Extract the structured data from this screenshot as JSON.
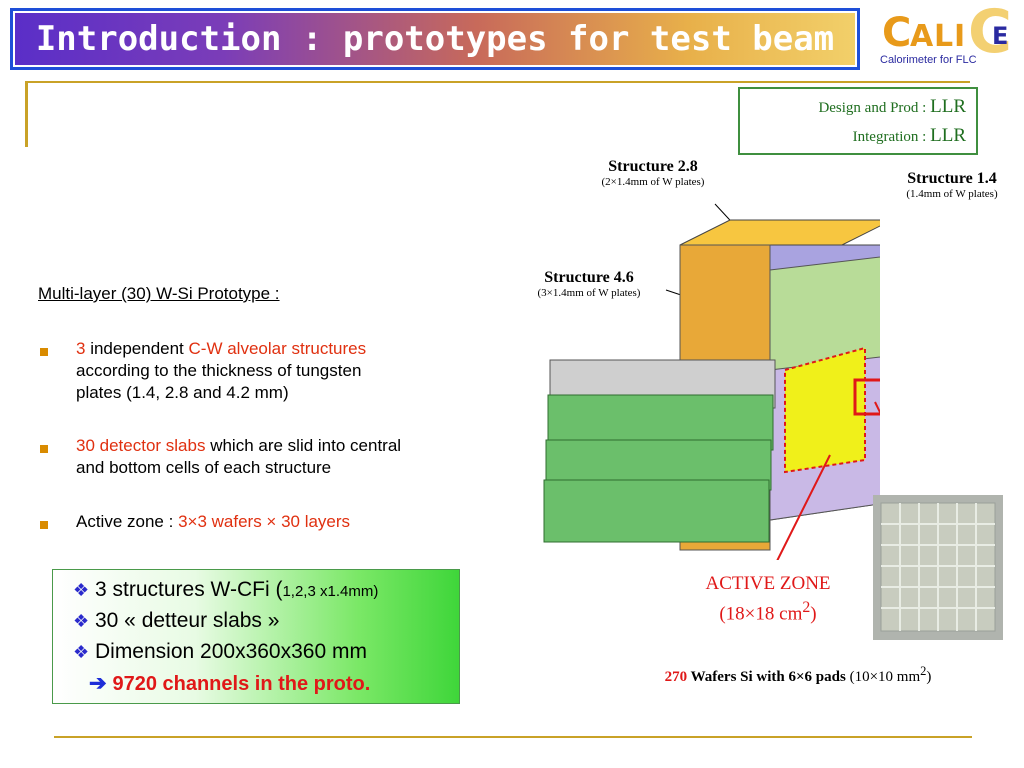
{
  "title": "Introduction : prototypes for test beam",
  "logo": {
    "letters": [
      "C",
      "A",
      "L",
      "I",
      "C",
      "E"
    ],
    "subtitle": "Calorimeter for FLC"
  },
  "credits": {
    "design_label": "Design and Prod : ",
    "design_value": "LLR",
    "integration_label": "Integration : ",
    "integration_value": "LLR"
  },
  "prototype_heading": "Multi-layer (30) W-Si Prototype :",
  "bullets": [
    {
      "red1": "3",
      "black1": " independent ",
      "red2": "C-W alveolar structures",
      "black2": "according to the thickness of tungsten",
      "black3": "plates (1.4, 2.8 and 4.2 mm)"
    },
    {
      "red1": "30 detector slabs",
      "black1": " which are slid into central",
      "black2": "and bottom cells of each structure"
    },
    {
      "black1": "Active zone : ",
      "red1": "3×3 wafers × 30 layers"
    }
  ],
  "summary": {
    "line1_main": "3 structures W-CFi (",
    "line1_small": "1,2,3 x1.4mm)",
    "line2": "30 « detteur slabs »",
    "line3": "Dimension 200x360x360 mm",
    "arrow": "➔",
    "line4": "9720 channels in the proto."
  },
  "structures": [
    {
      "name": "Structure 2.8",
      "desc": "(2×1.4mm of W plates)"
    },
    {
      "name": "Structure 1.4",
      "desc": "(1.4mm of W plates)"
    },
    {
      "name": "Structure 4.6",
      "desc": "(3×1.4mm of W plates)"
    }
  ],
  "active_zone": {
    "line1": "ACTIVE ZONE",
    "line2": "(18×18 cm",
    "sup": "2",
    "line2_end": ")"
  },
  "wafers_note": {
    "count": "270",
    "text": " Wafers Si with 6×6 pads ",
    "pads": "(10×10 mm",
    "sup": "2",
    "end": ")"
  },
  "colors": {
    "title_border": "#1e4fd8",
    "gold_rule": "#c9a227",
    "credits_green": "#1f6e1f",
    "bullet": "#d98b00",
    "accent_red": "#e03010"
  }
}
